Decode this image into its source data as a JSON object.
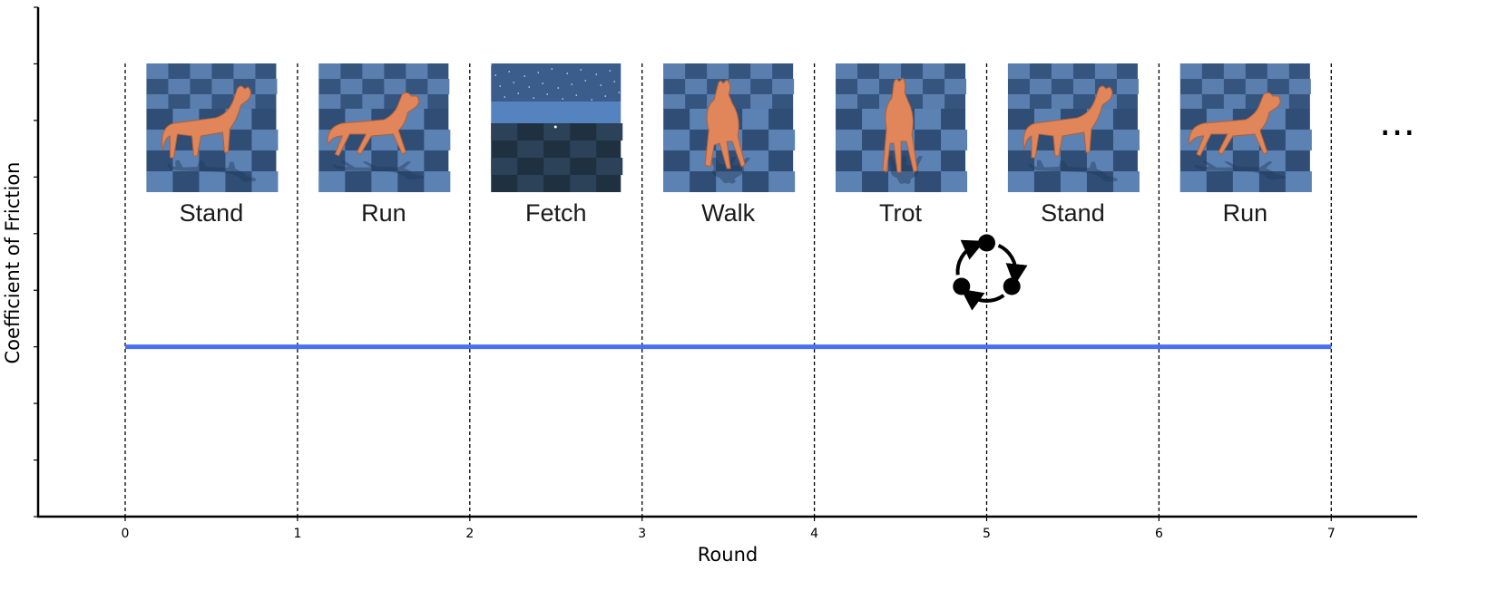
{
  "chart_data": {
    "type": "line",
    "xlabel": "Round",
    "ylabel": "Coefficient of Friction",
    "xlim": [
      -0.5,
      7.5
    ],
    "x_ticks": [
      "0",
      "1",
      "2",
      "3",
      "4",
      "5",
      "6",
      "7"
    ],
    "y_tick_count": 10,
    "ylim": [
      0,
      9
    ],
    "round_boundaries": [
      0,
      1,
      2,
      3,
      4,
      5,
      6,
      7
    ],
    "series": [
      {
        "x": [
          0,
          7
        ],
        "values": [
          3,
          3
        ],
        "color": "#4a6ff0"
      }
    ],
    "tasks": [
      {
        "label": "Stand",
        "round": 0,
        "scene": "dog-standing"
      },
      {
        "label": "Run",
        "round": 1,
        "scene": "dog-running"
      },
      {
        "label": "Fetch",
        "round": 2,
        "scene": "fetch-arena"
      },
      {
        "label": "Walk",
        "round": 3,
        "scene": "dog-walking"
      },
      {
        "label": "Trot",
        "round": 4,
        "scene": "dog-trotting"
      },
      {
        "label": "Stand",
        "round": 5,
        "scene": "dog-standing"
      },
      {
        "label": "Run",
        "round": 6,
        "scene": "dog-running"
      }
    ],
    "continuation": "...",
    "cycle_icon_round": 5
  },
  "colors": {
    "line": "#4a6ff0",
    "sky": "#4a6fa0",
    "floor_light": "#5b82b3",
    "floor_dark": "#2f4d75",
    "dog": "#e0865a"
  }
}
